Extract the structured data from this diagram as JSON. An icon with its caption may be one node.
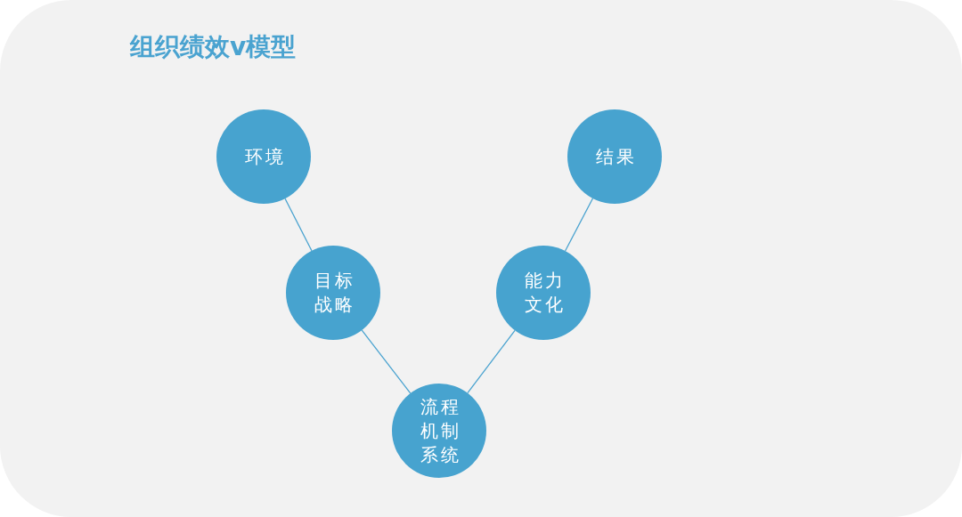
{
  "diagram": {
    "title": "组织绩效v模型",
    "nodes": [
      {
        "text": [
          "环境"
        ]
      },
      {
        "text": [
          "结果"
        ]
      },
      {
        "text": [
          "目标战略"
        ]
      },
      {
        "text": [
          "能力文化"
        ]
      },
      {
        "text": [
          "流程机制系统"
        ]
      }
    ],
    "edges": [
      {
        "from": 0,
        "to": 2,
        "arrow": "none"
      },
      {
        "from": 2,
        "to": 4,
        "arrow": "none"
      },
      {
        "from": 4,
        "to": 3,
        "arrow": "none"
      },
      {
        "from": 3,
        "to": 1,
        "arrow": "none"
      }
    ]
  }
}
